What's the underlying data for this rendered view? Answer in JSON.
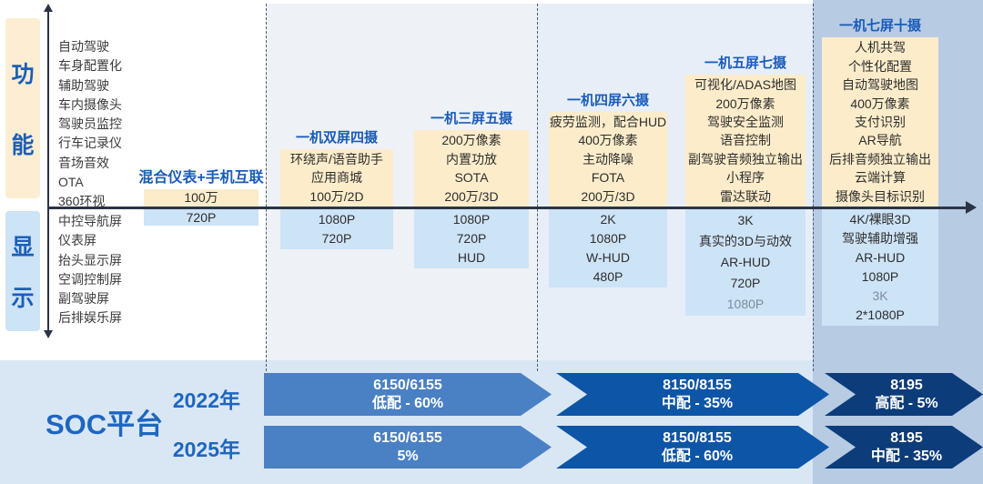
{
  "sidebar": {
    "function_badge": "功能",
    "display_badge": "显示",
    "function_items": [
      "自动驾驶",
      "车身配置化",
      "辅助驾驶",
      "车内摄像头",
      "驾驶员监控",
      "行车记录仪",
      "音场音效",
      "OTA",
      "360环视"
    ],
    "display_items": [
      "中控导航屏",
      "仪表屏",
      "抬头显示屏",
      "空调控制屏",
      "副驾驶屏",
      "后排娱乐屏"
    ]
  },
  "columns": [
    {
      "title": "混合仪表+手机互联",
      "features": [
        "100万"
      ],
      "displays": [
        "720P"
      ]
    },
    {
      "title": "一机双屏四摄",
      "features": [
        "环绕声/语音助手",
        "应用商城",
        "100万/2D"
      ],
      "displays": [
        "1080P",
        "720P"
      ]
    },
    {
      "title": "一机三屏五摄",
      "features": [
        "200万像素",
        "内置功放",
        "SOTA",
        "200万/3D"
      ],
      "displays": [
        "1080P",
        "720P",
        "HUD"
      ]
    },
    {
      "title": "一机四屏六摄",
      "features": [
        "疲劳监测，配合HUD",
        "400万像素",
        "主动降噪",
        "FOTA",
        "200万/3D"
      ],
      "displays": [
        "2K",
        "1080P",
        "W-HUD",
        "480P"
      ]
    },
    {
      "title": "一机五屏七摄",
      "features": [
        "可视化/ADAS地图",
        "200万像素",
        "驾驶安全监测",
        "语音控制",
        "副驾驶音频独立输出",
        "小程序",
        "雷达联动"
      ],
      "displays": [
        "3K",
        "真实的3D与动效",
        "AR-HUD",
        "720P",
        {
          "text": "1080P",
          "muted": true
        }
      ]
    },
    {
      "title": "一机七屏十摄",
      "features": [
        "人机共驾",
        "个性化配置",
        "自动驾驶地图",
        "400万像素",
        "支付识别",
        "AR导航",
        "后排音频独立输出",
        "云端计算",
        "摄像头目标识别"
      ],
      "displays": [
        "4K/裸眼3D",
        "驾驶辅助增强",
        "AR-HUD",
        "1080P",
        {
          "text": "3K",
          "muted": true
        },
        "2*1080P"
      ]
    }
  ],
  "soc": {
    "label": "SOC平台",
    "rows": [
      {
        "year": "2022年",
        "arrows": [
          {
            "chip": "6150/6155",
            "share": "低配 - 60%"
          },
          {
            "chip": "8150/8155",
            "share": "中配 - 35%"
          },
          {
            "chip": "8195",
            "share": "高配 - 5%"
          }
        ]
      },
      {
        "year": "2025年",
        "arrows": [
          {
            "chip": "6150/6155",
            "share": "5%"
          },
          {
            "chip": "8150/8155",
            "share": "低配 - 60%"
          },
          {
            "chip": "8195",
            "share": "中配 - 35%"
          }
        ]
      }
    ]
  },
  "colors": {
    "accent_blue": "#1a5cb8",
    "soc_text_blue": "#1e66c0",
    "cream_box": "#fcecca",
    "light_blue_box": "#cde3f6",
    "right_column_band": "#b7cbe3",
    "bottom_band": "#d9e7f5",
    "axis": "#2b3446",
    "arrow_low": "#4a80c4",
    "arrow_mid": "#0d55a6",
    "arrow_high": "#0c3c7a"
  }
}
